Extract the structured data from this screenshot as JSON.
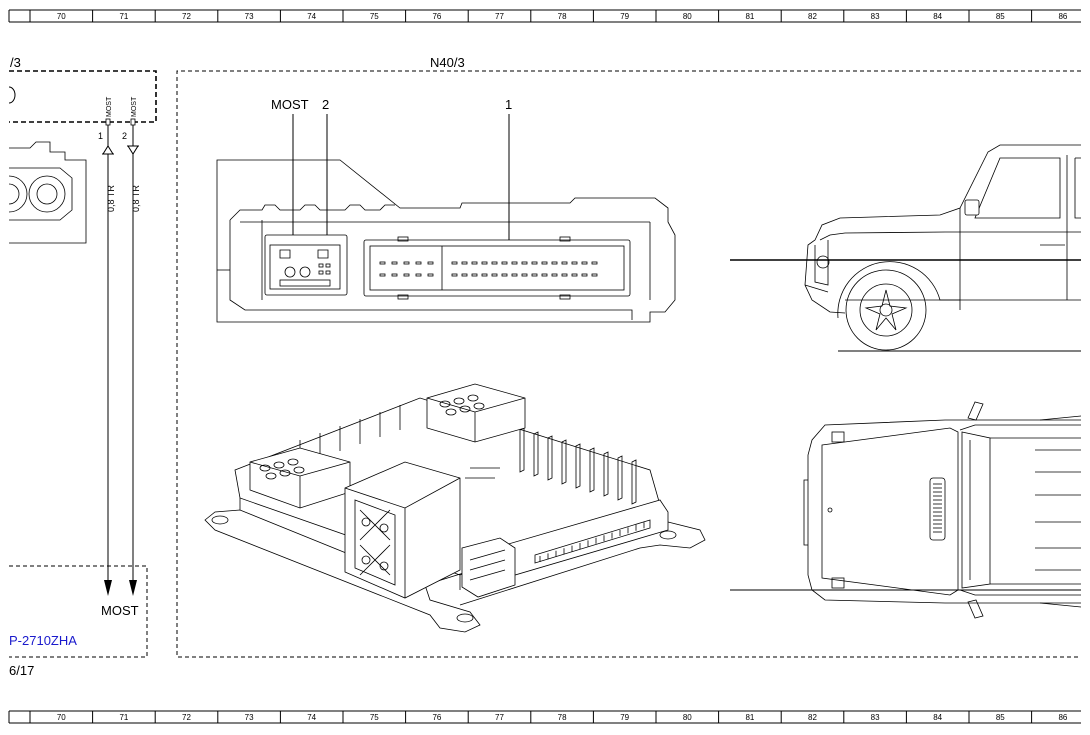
{
  "ruler": {
    "top": [
      "70",
      "71",
      "72",
      "73",
      "74",
      "75",
      "76",
      "77",
      "78",
      "79",
      "80",
      "81",
      "82",
      "83",
      "84",
      "85",
      "86"
    ],
    "bottom": [
      "70",
      "71",
      "72",
      "73",
      "74",
      "75",
      "76",
      "77",
      "78",
      "79",
      "80",
      "81",
      "82",
      "83",
      "84",
      "85",
      "86"
    ]
  },
  "left_component": {
    "label_fragment": "/3",
    "pin1": "1",
    "pin2": "2",
    "pin1_signal": "MOST",
    "pin2_signal": "MOST"
  },
  "wires": {
    "wire1": "0,8 TR",
    "wire2": "0,8 TR"
  },
  "bottom_box": {
    "signal": "MOST",
    "link": "P-2710ZHA",
    "ref": "6/17"
  },
  "module": {
    "label": "N40/3",
    "callout_most": "MOST",
    "callout_2": "2",
    "callout_1": "1"
  }
}
